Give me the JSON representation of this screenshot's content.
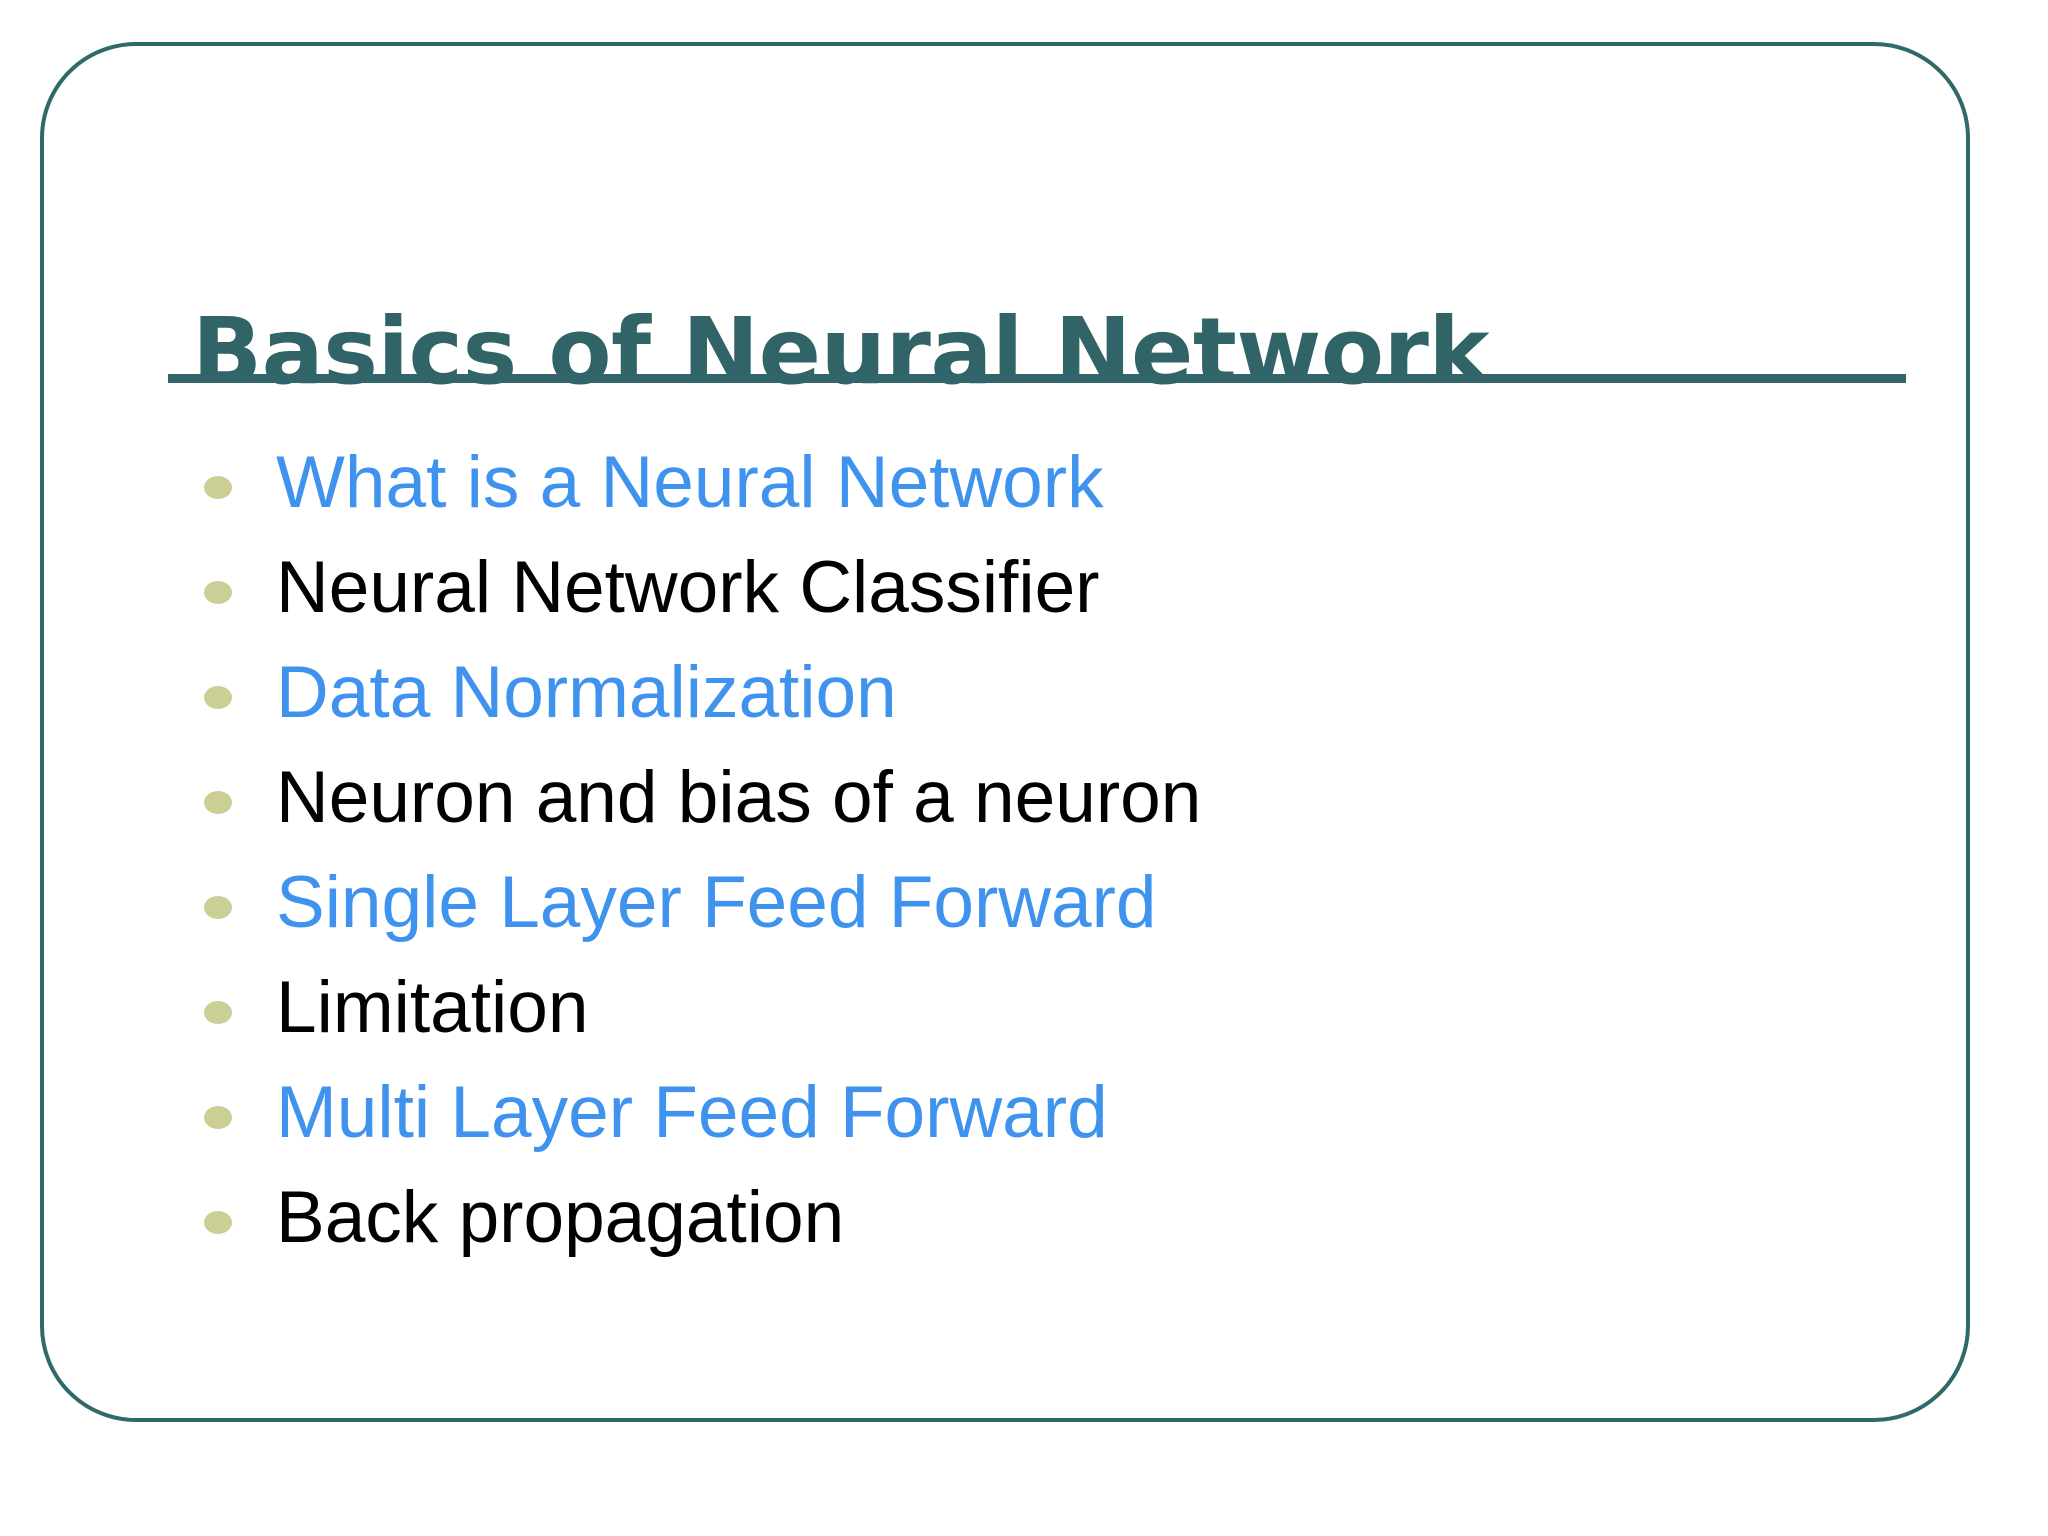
{
  "slide": {
    "title": "Basics of Neural Network",
    "frame_color": "#2f6a6a",
    "title_color": "#316466",
    "rule_color": "#31656a",
    "bullet_color": "#cbcf96",
    "accent_text_color": "#3f93ee",
    "default_text_color": "#010101",
    "background_color": "#ffffff",
    "bullets": [
      {
        "label": "What is a Neural Network",
        "tone": "accent"
      },
      {
        "label": "Neural Network Classifier",
        "tone": "default"
      },
      {
        "label": "Data Normalization",
        "tone": "accent"
      },
      {
        "label": "Neuron and bias of a neuron",
        "tone": "default"
      },
      {
        "label": "Single Layer Feed Forward",
        "tone": "accent"
      },
      {
        "label": "Limitation",
        "tone": "default"
      },
      {
        "label": "Multi Layer Feed Forward",
        "tone": "accent"
      },
      {
        "label": "Back propagation",
        "tone": "default"
      }
    ]
  }
}
